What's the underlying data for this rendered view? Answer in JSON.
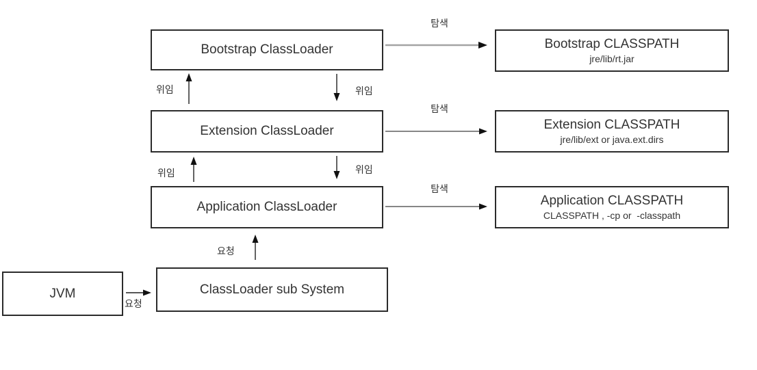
{
  "boxes": {
    "bootstrap_loader": {
      "title": "Bootstrap ClassLoader"
    },
    "extension_loader": {
      "title": "Extension ClassLoader"
    },
    "application_loader": {
      "title": "Application ClassLoader"
    },
    "bootstrap_classpath": {
      "title": "Bootstrap CLASSPATH",
      "subtitle": "jre/lib/rt.jar"
    },
    "extension_classpath": {
      "title": "Extension CLASSPATH",
      "subtitle": "jre/lib/ext or java.ext.dirs"
    },
    "application_classpath": {
      "title": "Application CLASSPATH",
      "subtitle": "CLASSPATH , -cp or  -classpath"
    },
    "jvm": {
      "title": "JVM"
    },
    "subsystem": {
      "title": "ClassLoader sub System"
    }
  },
  "labels": {
    "delegate": "위임",
    "search": "탐색",
    "request": "요청"
  },
  "colors": {
    "background": "#ffffff",
    "border": "#2b2b2b",
    "text": "#333333",
    "arrow": "#3f3f3f",
    "arrow_gray": "#a3a3a3",
    "arrowhead": "#111111"
  }
}
